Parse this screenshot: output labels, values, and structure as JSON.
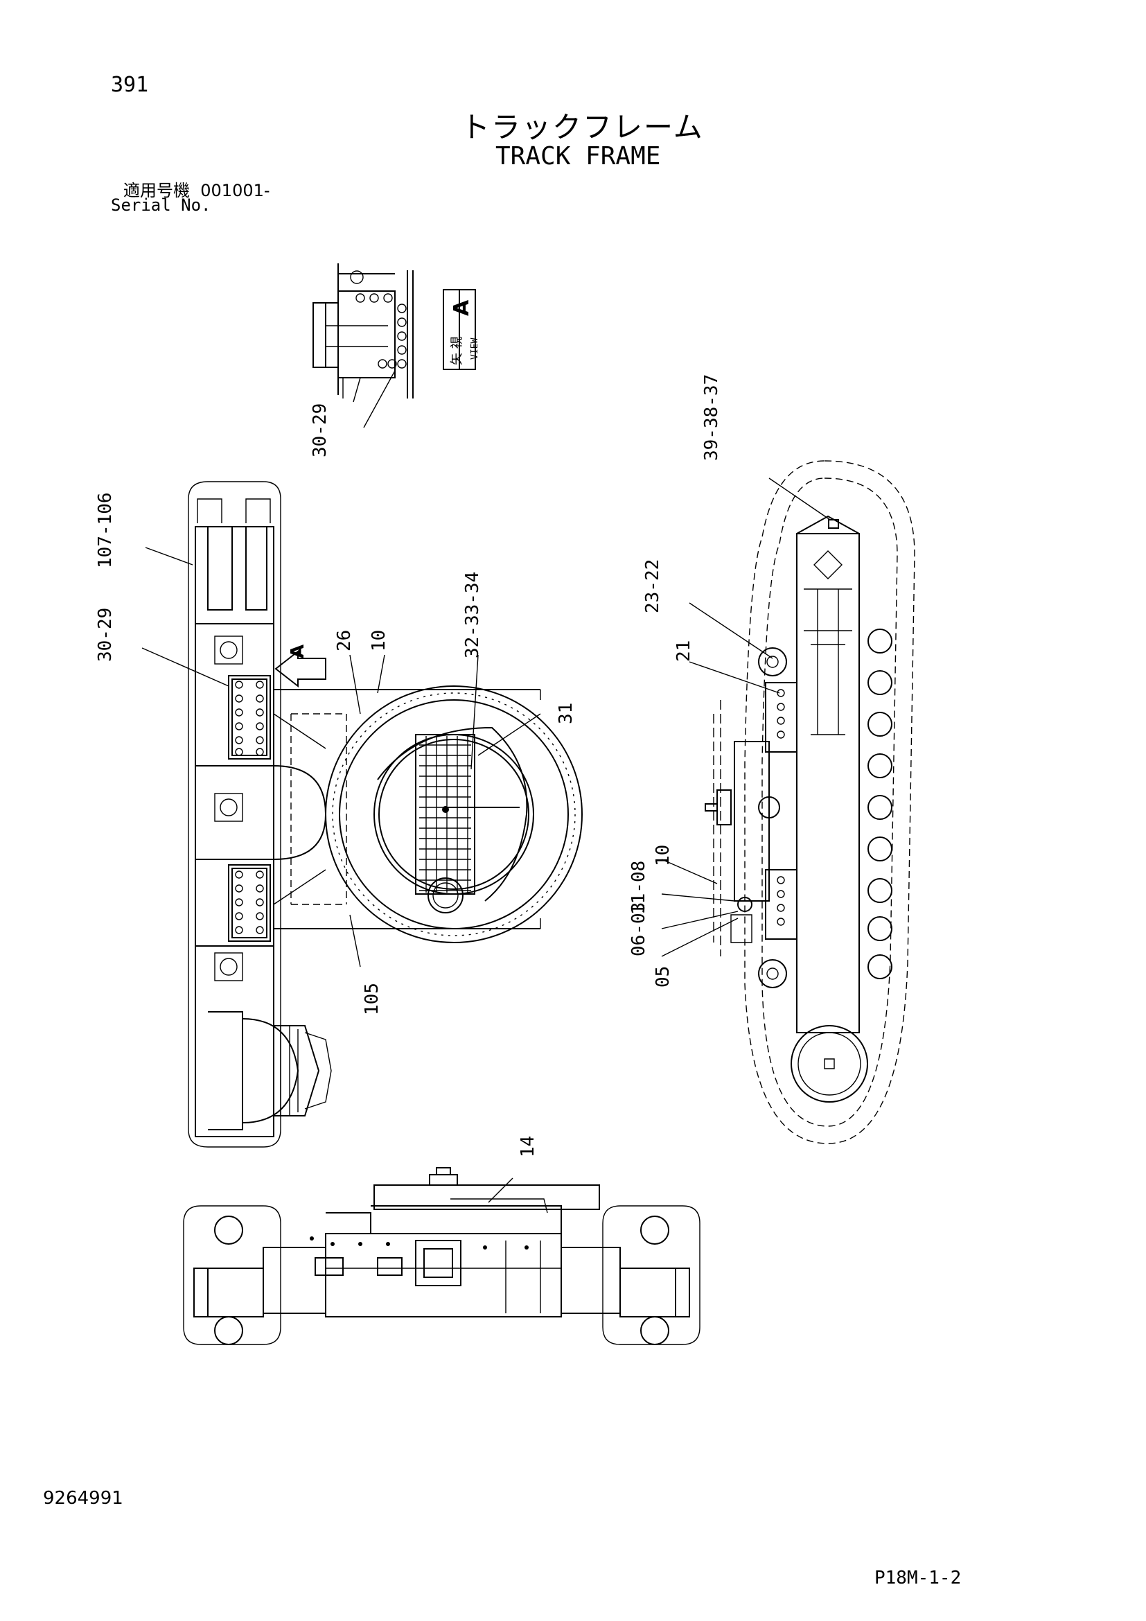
{
  "header": {
    "page_number": "391",
    "title_ja": "トラックフレーム",
    "title_en": "TRACK FRAME",
    "serial_label_ja": "適用号機",
    "serial_value": "001001-",
    "serial_label_en": "Serial No."
  },
  "view_label": {
    "letter": "A",
    "ja": "矢 視",
    "en": "VIEW",
    "arrow_letter": "A"
  },
  "callouts": {
    "view_a_top": [
      "30",
      "29"
    ],
    "left_107_106": [
      "107",
      "106"
    ],
    "left_30_29": [
      "30",
      "29"
    ],
    "left_26": "26",
    "left_10": "10",
    "left_32_33_34": [
      "32",
      "33",
      "34"
    ],
    "left_31": "31",
    "left_105": "105",
    "right_39_38_37": [
      "39",
      "38",
      "37"
    ],
    "right_23_22": [
      "23",
      "22"
    ],
    "right_21": "21",
    "right_10": "10",
    "right_11_08": [
      "11",
      "08"
    ],
    "right_06_03": [
      "06",
      "03"
    ],
    "right_05": "05",
    "bottom_14": "14"
  },
  "footer": {
    "doc_number": "9264991",
    "page_code": "P18M-1-2"
  }
}
